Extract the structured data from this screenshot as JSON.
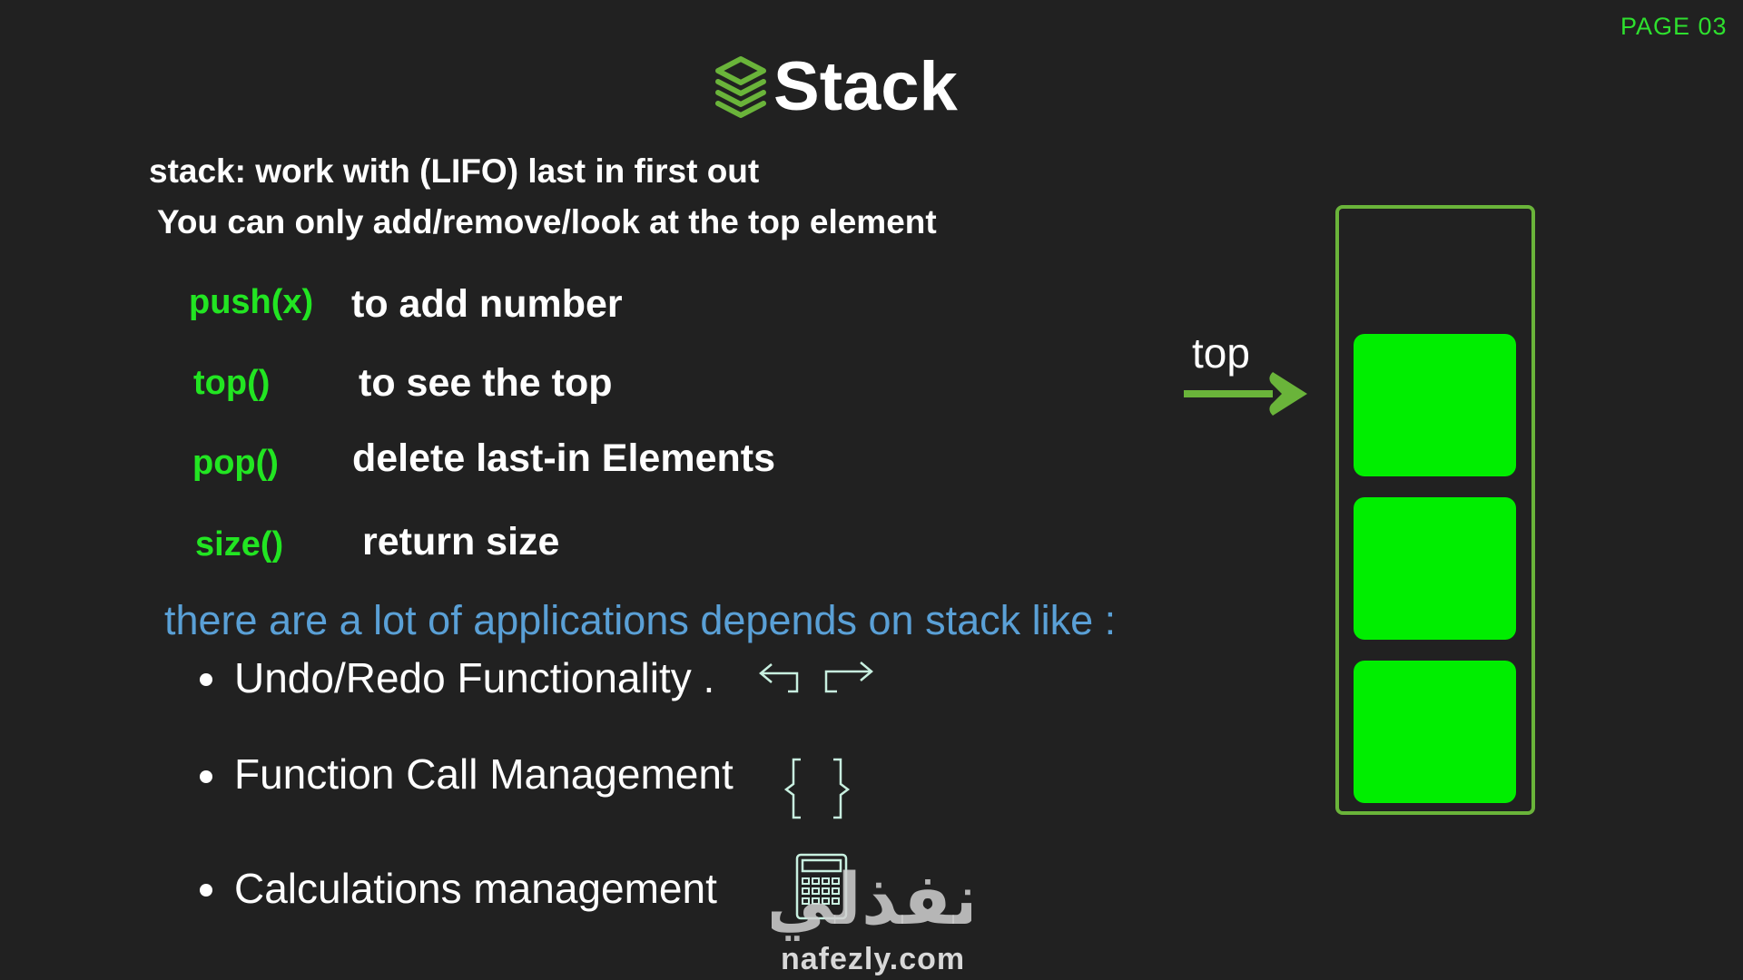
{
  "page_label": "PAGE 03",
  "title": "Stack",
  "intro": {
    "line1": "stack: work with (LIFO) last in first out",
    "line2": "You can only add/remove/look at the top element"
  },
  "operations": [
    {
      "fn": "push(x)",
      "desc": "to add number"
    },
    {
      "fn": "top()",
      "desc": "to see the top"
    },
    {
      "fn": "pop()",
      "desc": "delete last-in Elements"
    },
    {
      "fn": "size()",
      "desc": "return size"
    }
  ],
  "applications": {
    "heading": "there are a lot of applications depends on stack like :",
    "items": [
      "Undo/Redo Functionality .",
      "Function Call Management",
      "Calculations management"
    ]
  },
  "diagram": {
    "top_label": "top",
    "block_count": 3
  },
  "watermark": {
    "arabic": "نفذلي",
    "domain": "nafezly.com"
  },
  "colors": {
    "background": "#212121",
    "accent_green": "#22e522",
    "block_green": "#00ee00",
    "frame_green": "#6ab43a",
    "heading_blue": "#5aa0d6"
  }
}
